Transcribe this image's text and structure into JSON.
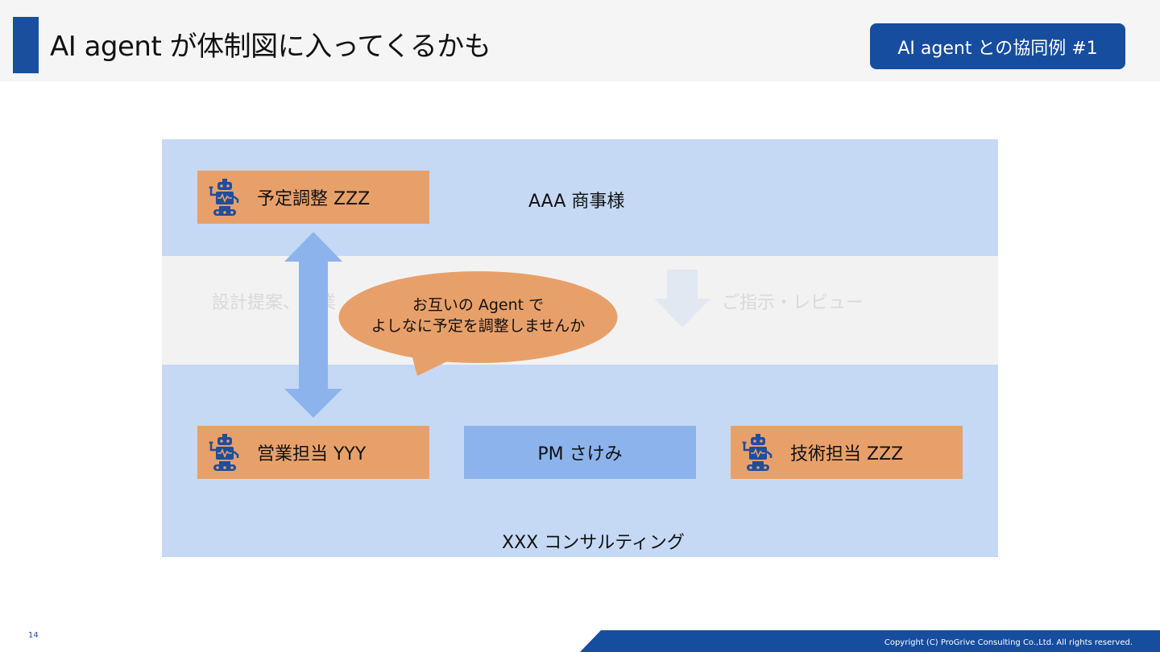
{
  "header": {
    "title": "AI agent が体制図に入ってくるかも",
    "badge": "AI agent との協同例 #1"
  },
  "diagram": {
    "client_org": "AAA 商事様",
    "vendor_org": "XXX コンサルティング",
    "left_faded_text": "設計提案、営業",
    "right_faded_text": "ご指示・レビュー",
    "boxes": {
      "schedule_agent": "予定調整 ZZZ",
      "sales_agent": "営業担当 YYY",
      "pm": "PM さけみ",
      "tech_agent": "技術担当 ZZZ"
    },
    "bubble": {
      "line1": "お互いの Agent で",
      "line2": "よしなに予定を調整しませんか"
    }
  },
  "footer": {
    "copyright": "Copyright (C) ProGrive Consulting Co.,Ltd. All rights reserved.",
    "page_number": "14"
  },
  "colors": {
    "brand_blue": "#164d9f",
    "band_blue": "#c5d9f5",
    "agent_orange": "#e8a06a",
    "person_blue": "#8db3ec",
    "arrow_blue": "#8db3ec"
  },
  "icons": [
    "robot-icon",
    "double-arrow-icon",
    "down-arrow-icon",
    "speech-bubble"
  ]
}
